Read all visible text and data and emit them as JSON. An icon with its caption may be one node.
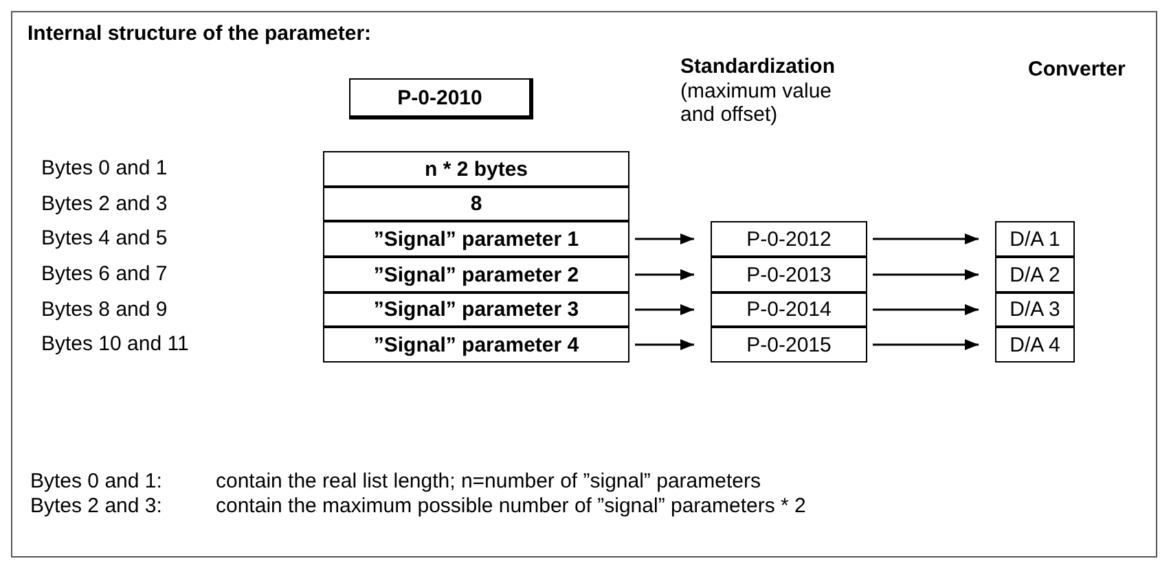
{
  "diagram": {
    "title": "Internal structure of the parameter:",
    "nodes": [
      {
        "text": [
          "P-0-2010"
        ]
      },
      {
        "text": [
          "n * 2 bytes"
        ]
      },
      {
        "text": [
          "8"
        ]
      },
      {
        "text": [
          "”Signal” parameter 1"
        ]
      },
      {
        "text": [
          "”Signal” parameter 2"
        ]
      },
      {
        "text": [
          "”Signal” parameter 3"
        ]
      },
      {
        "text": [
          "”Signal” parameter 4"
        ]
      },
      {
        "text": [
          "P-0-2012"
        ]
      },
      {
        "text": [
          "P-0-2013"
        ]
      },
      {
        "text": [
          "P-0-2014"
        ]
      },
      {
        "text": [
          "P-0-2015"
        ]
      },
      {
        "text": [
          "D/A 1"
        ]
      },
      {
        "text": [
          "D/A 2"
        ]
      },
      {
        "text": [
          "D/A 3"
        ]
      },
      {
        "text": [
          "D/A 4"
        ]
      }
    ],
    "edges": [
      {
        "from": 3,
        "to": 7,
        "arrow": "to"
      },
      {
        "from": 4,
        "to": 8,
        "arrow": "to"
      },
      {
        "from": 5,
        "to": 9,
        "arrow": "to"
      },
      {
        "from": 6,
        "to": 10,
        "arrow": "to"
      },
      {
        "from": 7,
        "to": 11,
        "arrow": "to"
      },
      {
        "from": 8,
        "to": 12,
        "arrow": "to"
      },
      {
        "from": 9,
        "to": 13,
        "arrow": "to"
      },
      {
        "from": 10,
        "to": 14,
        "arrow": "to"
      }
    ],
    "labels": [
      "Standardization",
      "(maximum value and offset)",
      "Converter",
      "Bytes 0 and 1",
      "Bytes 2 and 3",
      "Bytes 4 and 5",
      "Bytes 6 and 7",
      "Bytes 8 and 9",
      "Bytes 10 and 11",
      "Bytes 0 and 1:",
      "contain the real list length; n=number of ”signal” parameters",
      "Bytes 2 and 3:",
      "contain the maximum possible number of ”signal” parameters * 2"
    ]
  }
}
